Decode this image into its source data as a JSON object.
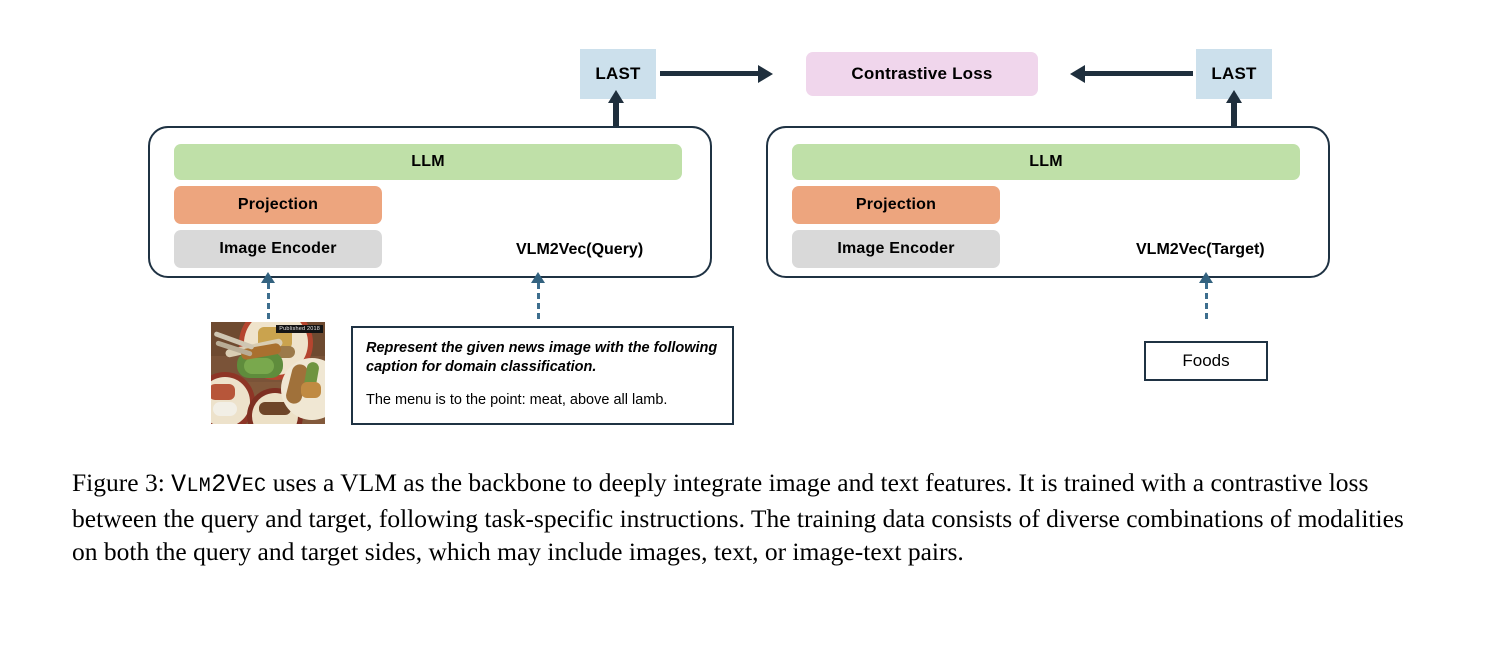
{
  "figure": {
    "number": "Figure 3:",
    "model_name_display": "Vlm2Vec",
    "model_name_parts": {
      "v": "V",
      "lm": "LM",
      "two": "2",
      "v2": "V",
      "ec": "EC"
    },
    "caption_rest": " uses a VLM as the backbone to deeply integrate image and text features.  It is trained with a contrastive loss between the query and target, following task-specific instructions. The training data consists of diverse combinations of modalities on both the query and target sides, which may include images, text, or image-text pairs."
  },
  "diagram": {
    "contrastive_loss": "Contrastive Loss",
    "last_left": "LAST",
    "last_right": "LAST",
    "query_panel": {
      "llm": "LLM",
      "projection": "Projection",
      "image_encoder": "Image Encoder",
      "output_label": "VLM2Vec(Query)"
    },
    "target_panel": {
      "llm": "LLM",
      "projection": "Projection",
      "image_encoder": "Image Encoder",
      "output_label": "VLM2Vec(Target)"
    },
    "prompt_box": {
      "instruction": "Represent the given news image with the following caption for domain classification.",
      "caption_text": "The menu is to the point: meat, above all lamb."
    },
    "target_box": {
      "text": "Foods"
    },
    "thumbnail": {
      "watermark": "Published 2018",
      "alt": "overhead photo of kebab platters and mezze plates"
    }
  },
  "colors": {
    "llm_green": "#bfe0a8",
    "projection_orange": "#eda57e",
    "encoder_gray": "#d9d9d9",
    "last_blue": "#cce0ec",
    "loss_pink": "#f0d6ec",
    "arrow_navy": "#1f2f3d",
    "dashed_steel": "#3d6e8e",
    "panel_border": "#1f3243"
  }
}
